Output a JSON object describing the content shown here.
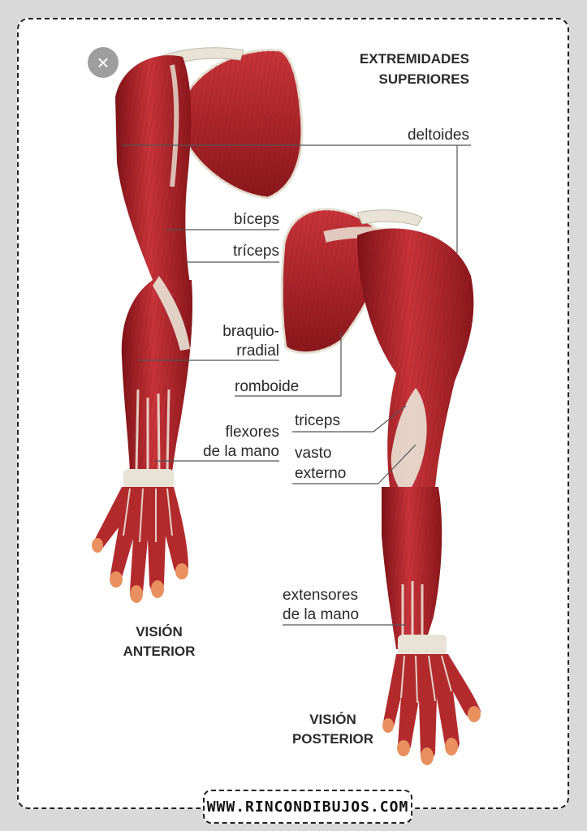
{
  "title_line1": "EXTREMIDADES",
  "title_line2": "SUPERIORES",
  "labels": {
    "deltoides": "deltoides",
    "biceps": "bíceps",
    "triceps_anterior": "tríceps",
    "braquio_line1": "braquio-",
    "braquio_line2": "rradial",
    "romboide": "romboide",
    "flexores_line1": "flexores",
    "flexores_line2": "de la mano",
    "triceps_posterior": "triceps",
    "vasto_line1": "vasto",
    "vasto_line2": "externo",
    "extensores_line1": "extensores",
    "extensores_line2": "de la mano"
  },
  "view_anterior_line1": "VISIÓN",
  "view_anterior_line2": "ANTERIOR",
  "view_posterior_line1": "VISIÓN",
  "view_posterior_line2": "POSTERIOR",
  "footer": "WWW.RINCONDIBUJOS.COM",
  "close_glyph": "×",
  "colors": {
    "muscle": "#b8242a",
    "muscle_dark": "#7e1216",
    "muscle_light": "#d8484a",
    "tendon": "#e9e3d6",
    "skin": "#e8905e"
  },
  "icons": {
    "close": "close-icon"
  }
}
